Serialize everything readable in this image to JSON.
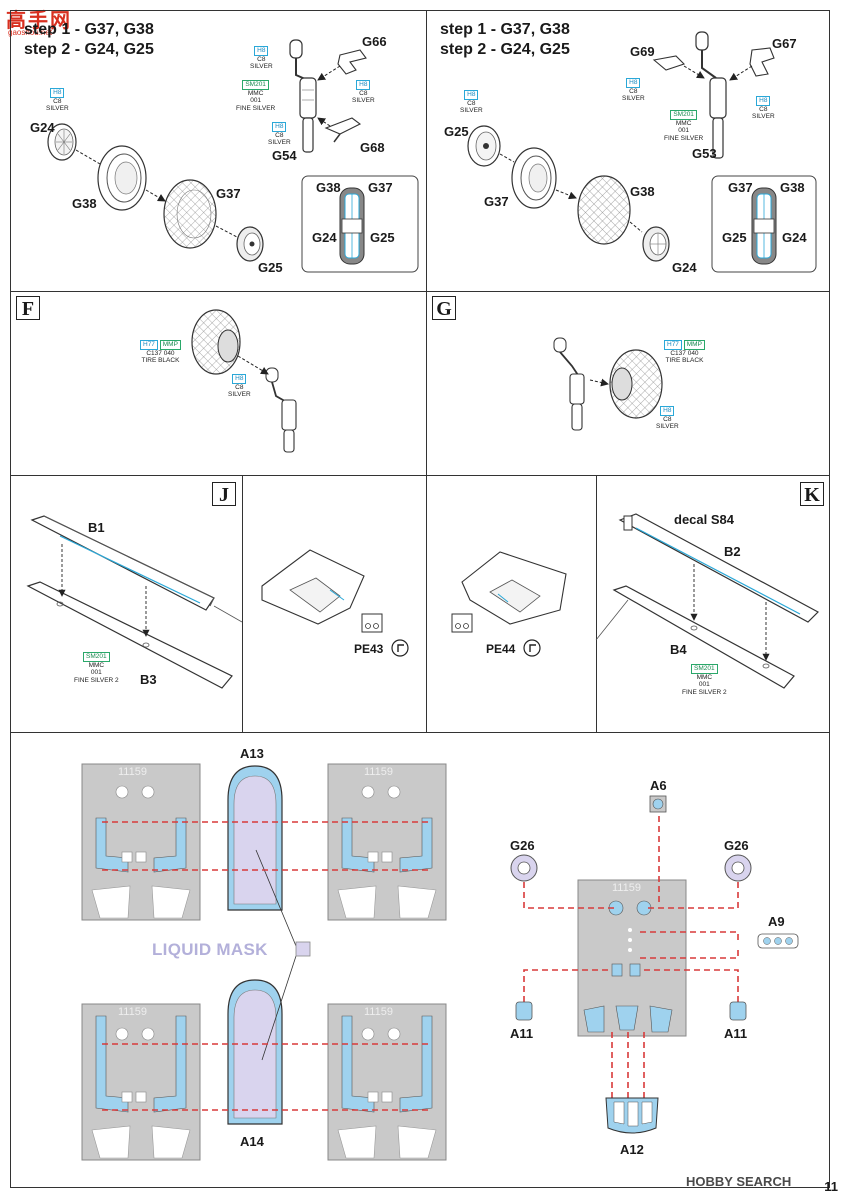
{
  "top_left": {
    "step1": "step 1 - G37, G38",
    "step2": "step 2 - G24, G25",
    "parts": {
      "g66": "G66",
      "g54": "G54",
      "g68": "G68",
      "g24": "G24",
      "g38": "G38",
      "g37": "G37",
      "g25": "G25"
    },
    "inset": {
      "g38": "G38",
      "g37": "G37",
      "g24": "G24",
      "g25": "G25"
    },
    "paint_wheel": {
      "code1": "H8",
      "code2": "C8",
      "name": "SILVER"
    },
    "paint_strut_a": {
      "code1": "H8",
      "code2": "C8",
      "name": "SILVER"
    },
    "paint_strut_b": {
      "code1": "SM201",
      "code2": "MMC",
      "code3": "001",
      "name": "FINE SILVER"
    },
    "paint_strut_c": {
      "code1": "H8",
      "code2": "C8",
      "name": "SILVER"
    },
    "paint_g66": {
      "code1": "H8",
      "code2": "C8",
      "name": "SILVER"
    }
  },
  "top_right": {
    "step1": "step 1 - G37, G38",
    "step2": "step 2 - G24, G25",
    "parts": {
      "g69": "G69",
      "g67": "G67",
      "g53": "G53",
      "g25": "G25",
      "g37": "G37",
      "g38": "G38",
      "g24": "G24"
    },
    "inset": {
      "g37": "G37",
      "g38": "G38",
      "g25": "G25",
      "g24": "G24"
    },
    "paint_g69": {
      "code1": "H8",
      "code2": "C8",
      "name": "SILVER"
    },
    "paint_strut": {
      "code1": "SM201",
      "code2": "MMC",
      "code3": "001",
      "name": "FINE SILVER"
    },
    "paint_g67": {
      "code1": "H8",
      "code2": "C8",
      "name": "SILVER"
    },
    "paint_g25": {
      "code1": "H8",
      "code2": "C8",
      "name": "SILVER"
    }
  },
  "panel_f": {
    "letter": "F",
    "paint_tire": {
      "code1": "H77",
      "code2": "MMP",
      "code3": "C137",
      "code4": "040",
      "name": "TIRE BLACK"
    },
    "paint_strut": {
      "code1": "H8",
      "code2": "C8",
      "name": "SILVER"
    }
  },
  "panel_g": {
    "letter": "G",
    "paint_tire": {
      "code1": "H77",
      "code2": "MMP",
      "code3": "C137",
      "code4": "040",
      "name": "TIRE BLACK"
    },
    "paint_strut": {
      "code1": "H8",
      "code2": "C8",
      "name": "SILVER"
    }
  },
  "panel_j": {
    "letter": "J",
    "b1": "B1",
    "b3": "B3",
    "pe43": "PE43",
    "paint": {
      "code1": "SM201",
      "code2": "MMC",
      "code3": "001",
      "name": "FINE SILVER 2"
    }
  },
  "panel_k": {
    "letter": "K",
    "decal": "decal S84",
    "b2": "B2",
    "b4": "B4",
    "pe44": "PE44",
    "paint": {
      "code1": "SM201",
      "code2": "MMC",
      "code3": "001",
      "name": "FINE SILVER 2"
    }
  },
  "masks": {
    "a13": "A13",
    "a14": "A14",
    "liquid_mask": "LIQUID MASK",
    "fret_number": "11159",
    "a6": "A6",
    "g26_left": "G26",
    "g26_right": "G26",
    "a9": "A9",
    "a11_left": "A11",
    "a11_right": "A11",
    "a12": "A12"
  },
  "logo": {
    "text": "高手网",
    "url": "gaoshou.net"
  },
  "watermark": "HOBBY SEARCH",
  "page_number": "11",
  "colors": {
    "cyan": "#2aa8d8",
    "green": "#2aa86a",
    "mask_blue": "#9fd2ee",
    "liquid_purple": "#d9d4ee",
    "dash_red": "#d83a3a",
    "fret_grey": "#c9c9c9"
  }
}
